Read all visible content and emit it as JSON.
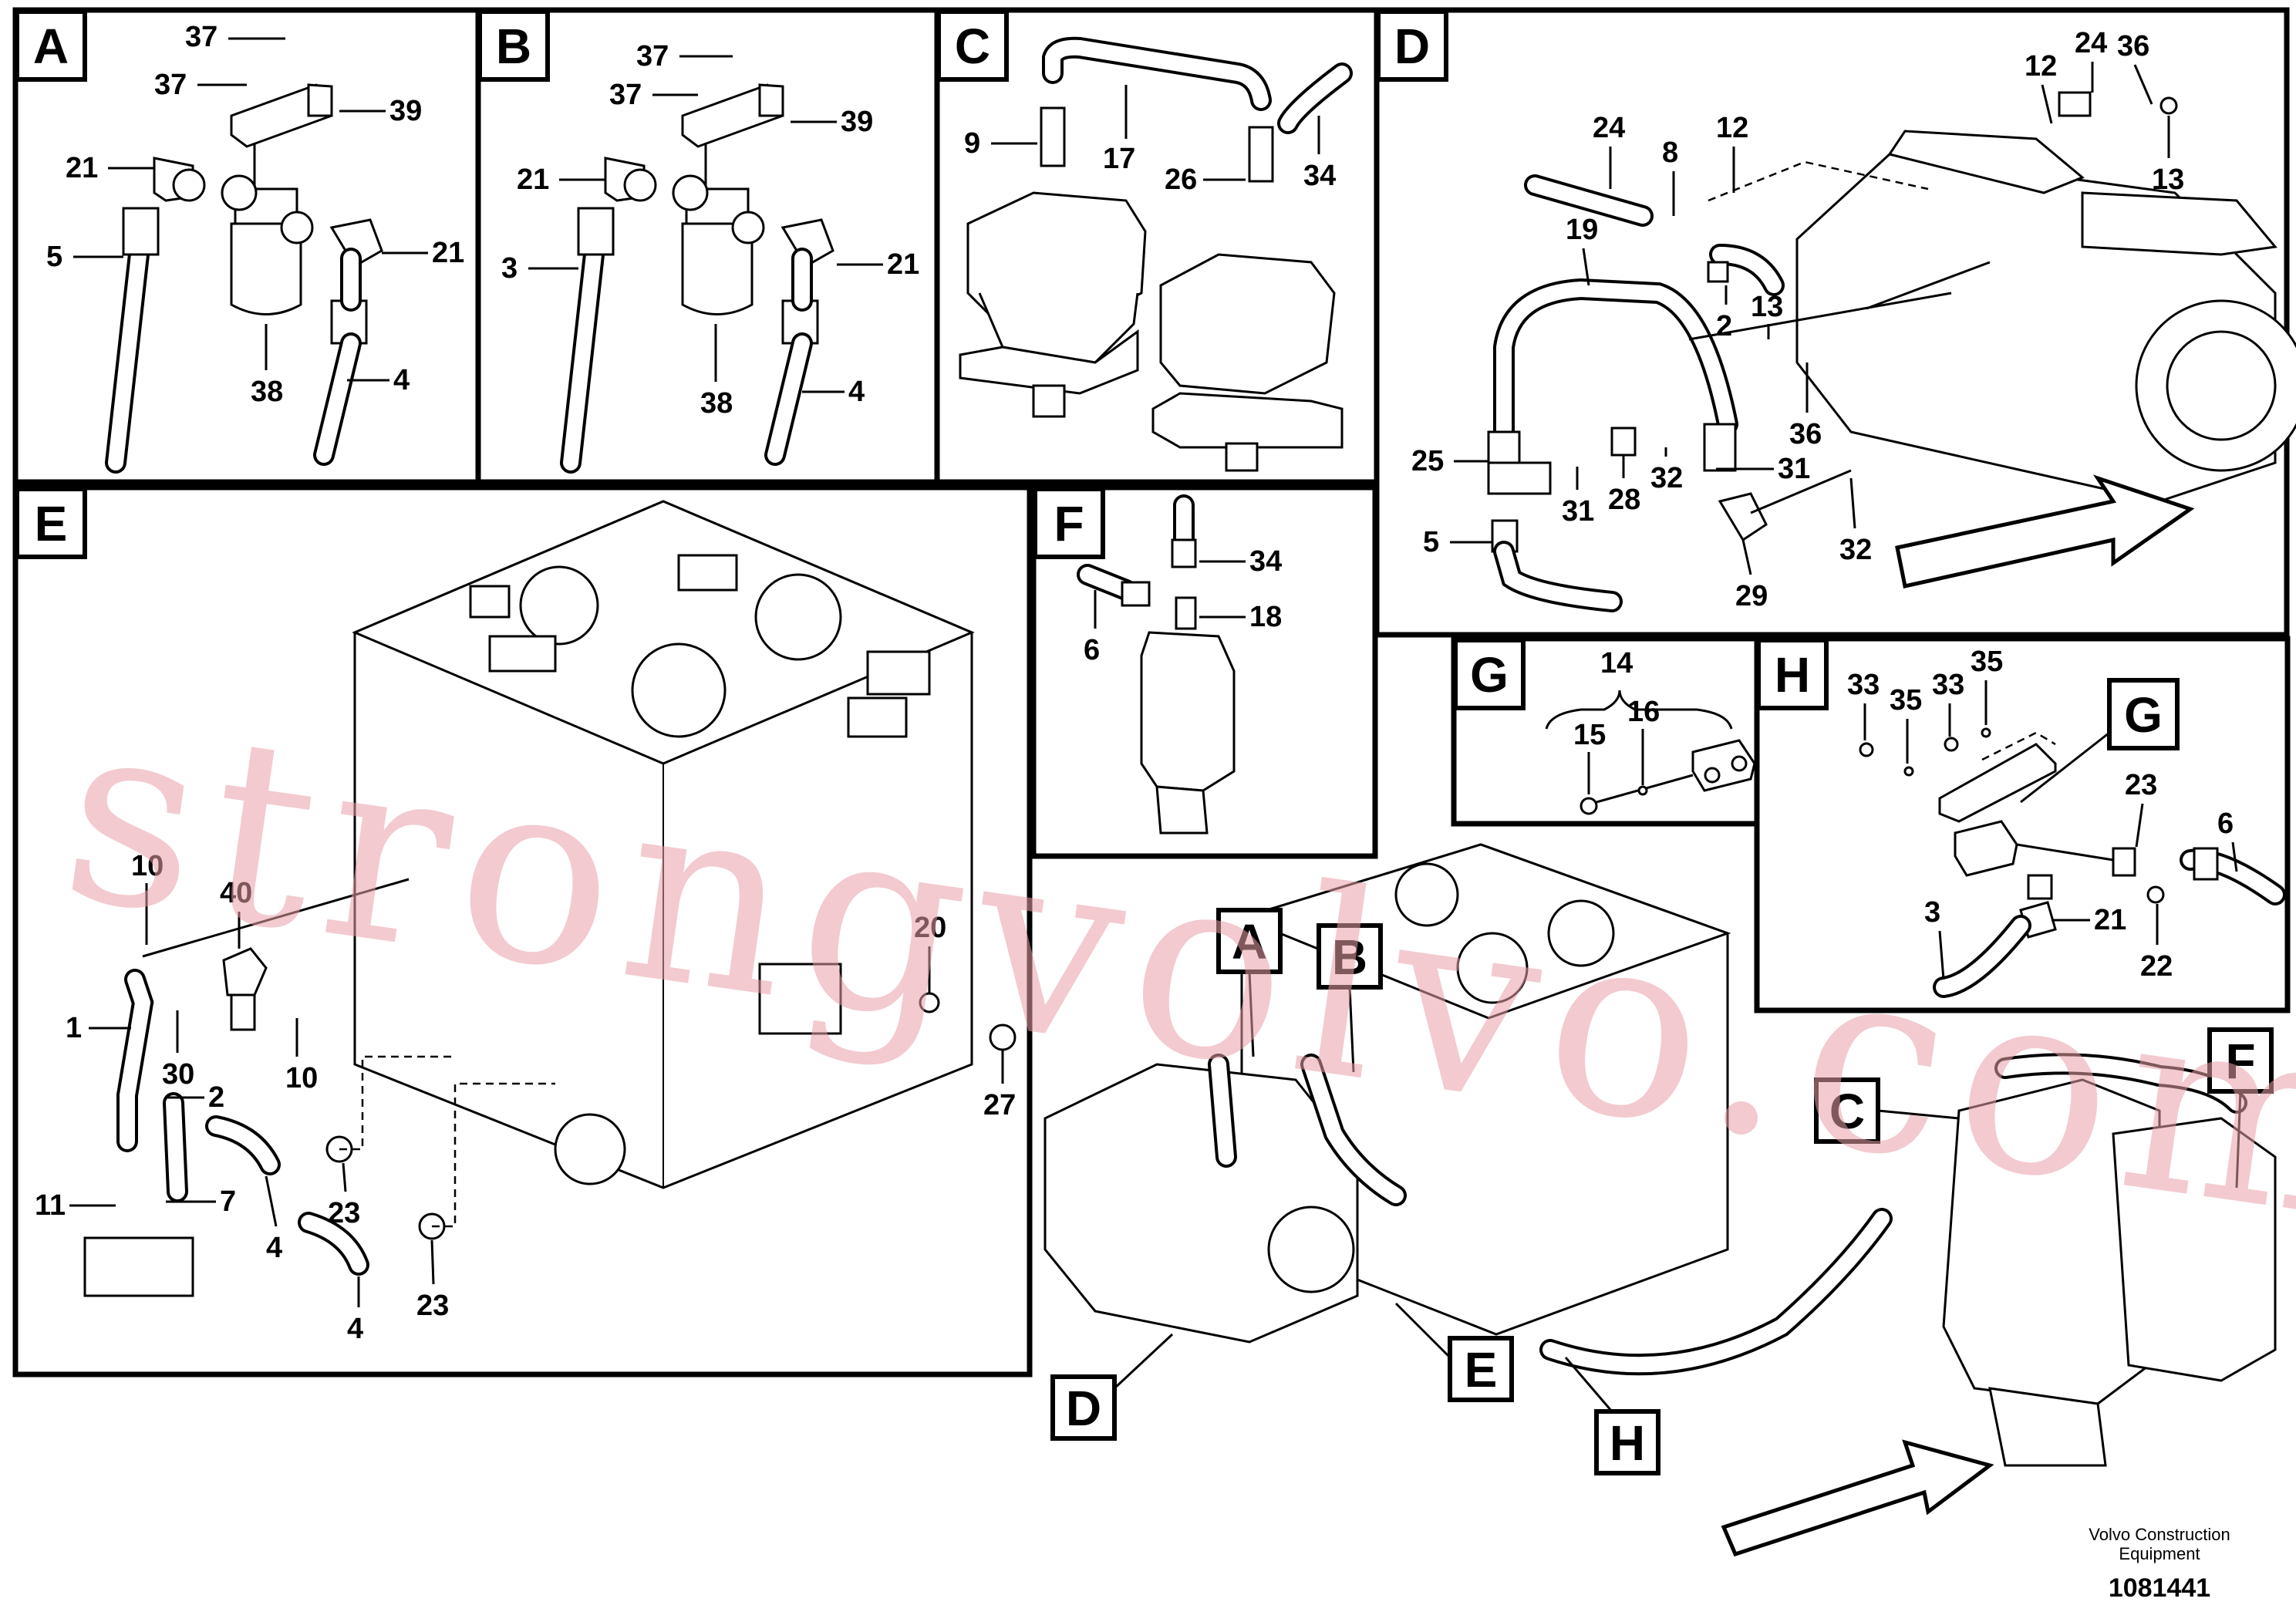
{
  "panels": {
    "A": {
      "letter": "A",
      "callouts": [
        "37",
        "37",
        "39",
        "21",
        "21",
        "5",
        "38",
        "4"
      ]
    },
    "B": {
      "letter": "B",
      "callouts": [
        "37",
        "37",
        "39",
        "21",
        "21",
        "3",
        "38",
        "4"
      ]
    },
    "C": {
      "letter": "C",
      "callouts": [
        "9",
        "17",
        "26",
        "34"
      ]
    },
    "D": {
      "letter": "D",
      "callouts": [
        "24",
        "12",
        "24",
        "36",
        "8",
        "12",
        "13",
        "19",
        "2",
        "13",
        "36",
        "25",
        "31",
        "28",
        "32",
        "31",
        "5",
        "29",
        "32"
      ]
    },
    "E": {
      "letter": "E",
      "callouts": [
        "10",
        "40",
        "20",
        "1",
        "30",
        "10",
        "27",
        "2",
        "11",
        "7",
        "4",
        "23",
        "4",
        "23"
      ]
    },
    "F": {
      "letter": "F",
      "callouts": [
        "34",
        "18",
        "6"
      ]
    },
    "G": {
      "letter": "G",
      "callouts": [
        "14",
        "15",
        "16"
      ]
    },
    "H": {
      "letter": "H",
      "callouts": [
        "33",
        "35",
        "33",
        "35",
        "23",
        "6",
        "3",
        "21",
        "22"
      ],
      "ref_letter": "G"
    }
  },
  "overview_labels": [
    "A",
    "B",
    "C",
    "F",
    "D",
    "E",
    "H"
  ],
  "watermark": "strongvolvo.com",
  "footer": {
    "maker_line1": "Volvo Construction",
    "maker_line2": "Equipment",
    "drawing_number": "1081441"
  },
  "colors": {
    "line": "#000000",
    "watermark": "#e8a0a8",
    "background": "#ffffff"
  }
}
